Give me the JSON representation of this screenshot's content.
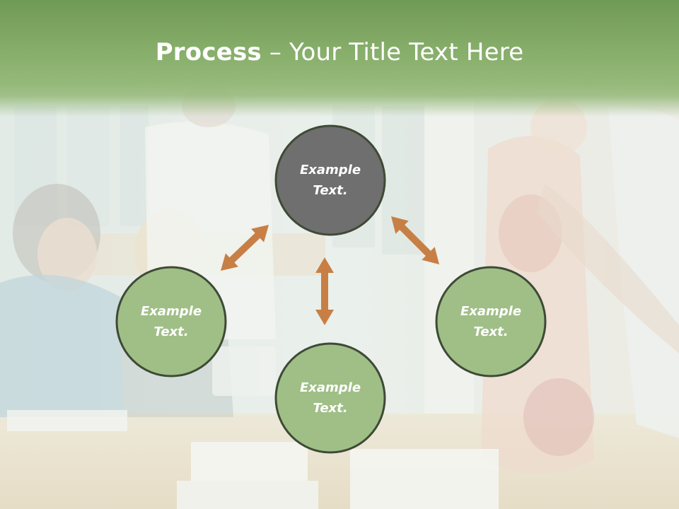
{
  "slide": {
    "title_bold": "Process",
    "title_rest": " – Your Title Text Here"
  },
  "process": {
    "nodes": [
      {
        "id": "top",
        "line1": "Example",
        "line2": "Text.",
        "fill": "#6f6f6f"
      },
      {
        "id": "left",
        "line1": "Example",
        "line2": "Text.",
        "fill": "#9fbf86"
      },
      {
        "id": "right",
        "line1": "Example",
        "line2": "Text.",
        "fill": "#9fbf86"
      },
      {
        "id": "bottom",
        "line1": "Example",
        "line2": "Text.",
        "fill": "#9fbf86"
      }
    ],
    "border_color": "#3e4a36",
    "arrow_color": "#c77f45"
  },
  "colors": {
    "header": "#7ea862",
    "background_tint": "#e9efe0"
  }
}
